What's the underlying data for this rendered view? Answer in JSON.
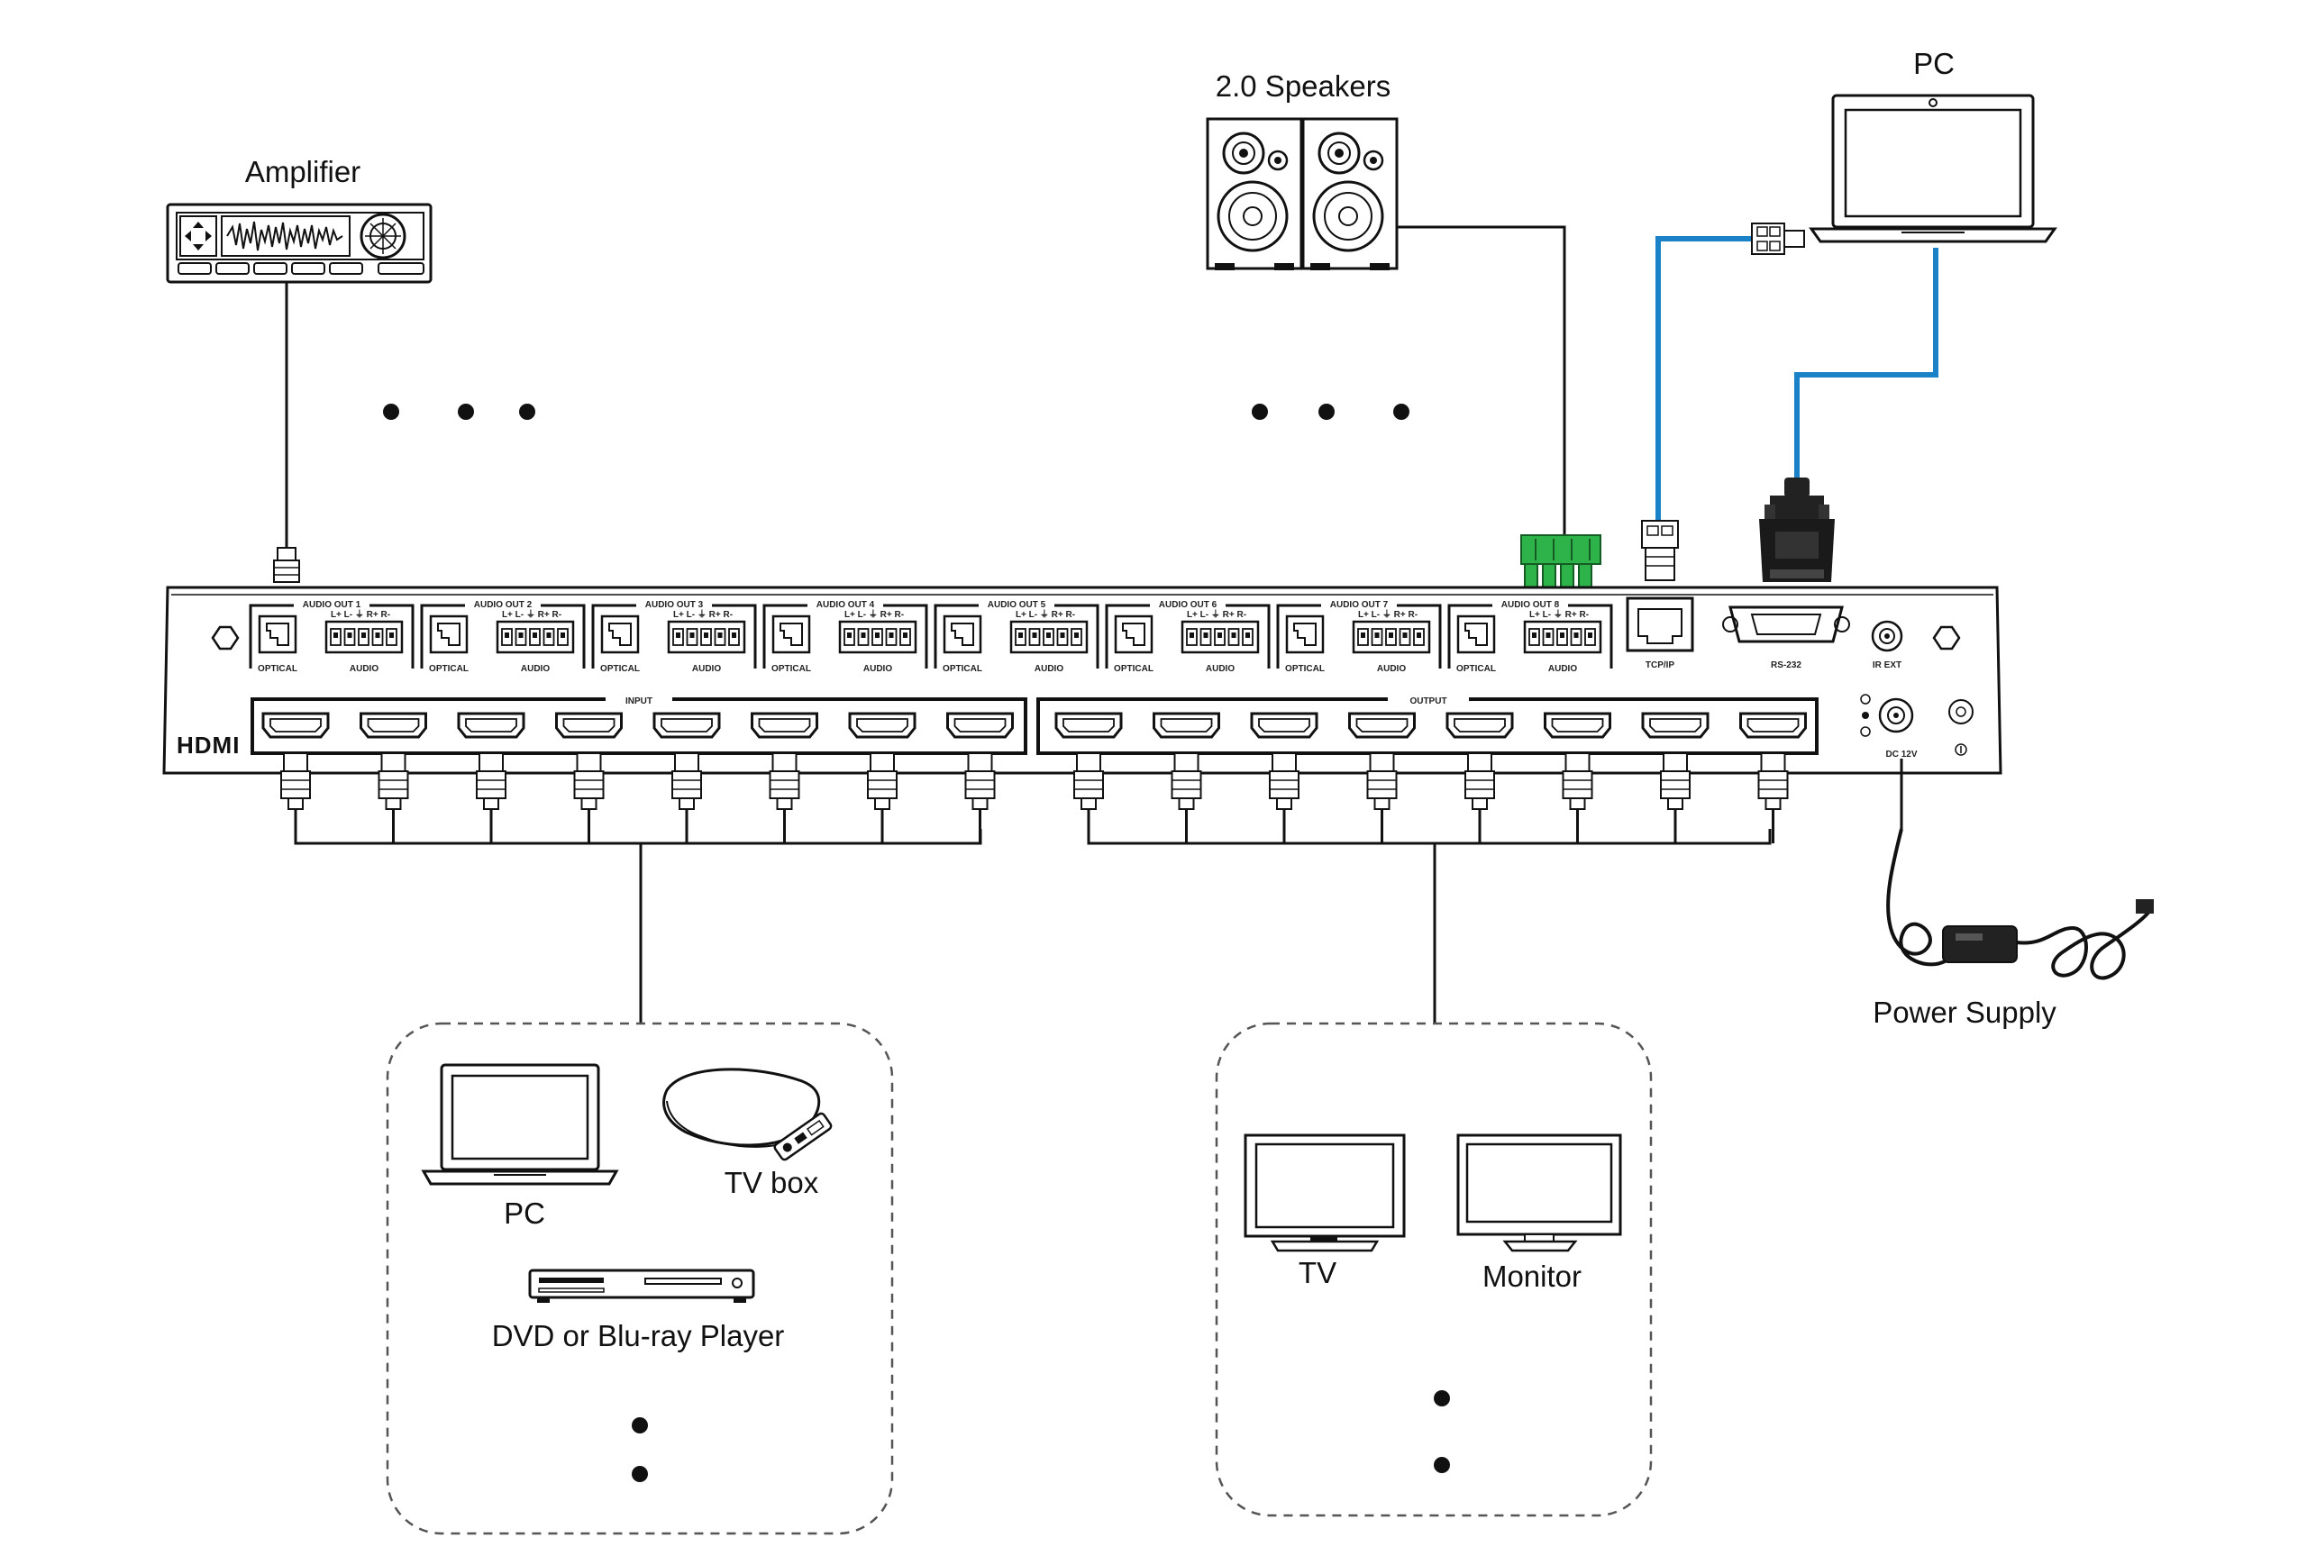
{
  "diagram": {
    "labels": {
      "amplifier": "Amplifier",
      "speakers": "2.0 Speakers",
      "pc_top": "PC",
      "power_supply": "Power Supply",
      "pc_source": "PC",
      "tv_box": "TV box",
      "dvd": "DVD or Blu-ray Player",
      "tv": "TV",
      "monitor": "Monitor"
    },
    "panel": {
      "audio_groups": [
        {
          "title": "AUDIO OUT 1",
          "optical": "OPTICAL",
          "audio": "AUDIO",
          "pins": "L+ L- ⏚ R+ R-"
        },
        {
          "title": "AUDIO OUT 2",
          "optical": "OPTICAL",
          "audio": "AUDIO",
          "pins": "L+ L- ⏚ R+ R-"
        },
        {
          "title": "AUDIO OUT 3",
          "optical": "OPTICAL",
          "audio": "AUDIO",
          "pins": "L+ L- ⏚ R+ R-"
        },
        {
          "title": "AUDIO OUT 4",
          "optical": "OPTICAL",
          "audio": "AUDIO",
          "pins": "L+ L- ⏚ R+ R-"
        },
        {
          "title": "AUDIO OUT 5",
          "optical": "OPTICAL",
          "audio": "AUDIO",
          "pins": "L+ L- ⏚ R+ R-"
        },
        {
          "title": "AUDIO OUT 6",
          "optical": "OPTICAL",
          "audio": "AUDIO",
          "pins": "L+ L- ⏚ R+ R-"
        },
        {
          "title": "AUDIO OUT 7",
          "optical": "OPTICAL",
          "audio": "AUDIO",
          "pins": "L+ L- ⏚ R+ R-"
        },
        {
          "title": "AUDIO OUT 8",
          "optical": "OPTICAL",
          "audio": "AUDIO",
          "pins": "L+ L- ⏚ R+ R-"
        }
      ],
      "input_label": "INPUT",
      "output_label": "OUTPUT",
      "tcpip_label": "TCP/IP",
      "rs232_label": "RS-232",
      "irext_label": "IR EXT",
      "dc_label": "DC 12V",
      "hdmi_logo": "HDMI"
    }
  },
  "colors": {
    "line": "#111111",
    "network_cable": "#1b82c8",
    "terminal_green": "#2eb34a",
    "dashed_box": "#555555"
  }
}
